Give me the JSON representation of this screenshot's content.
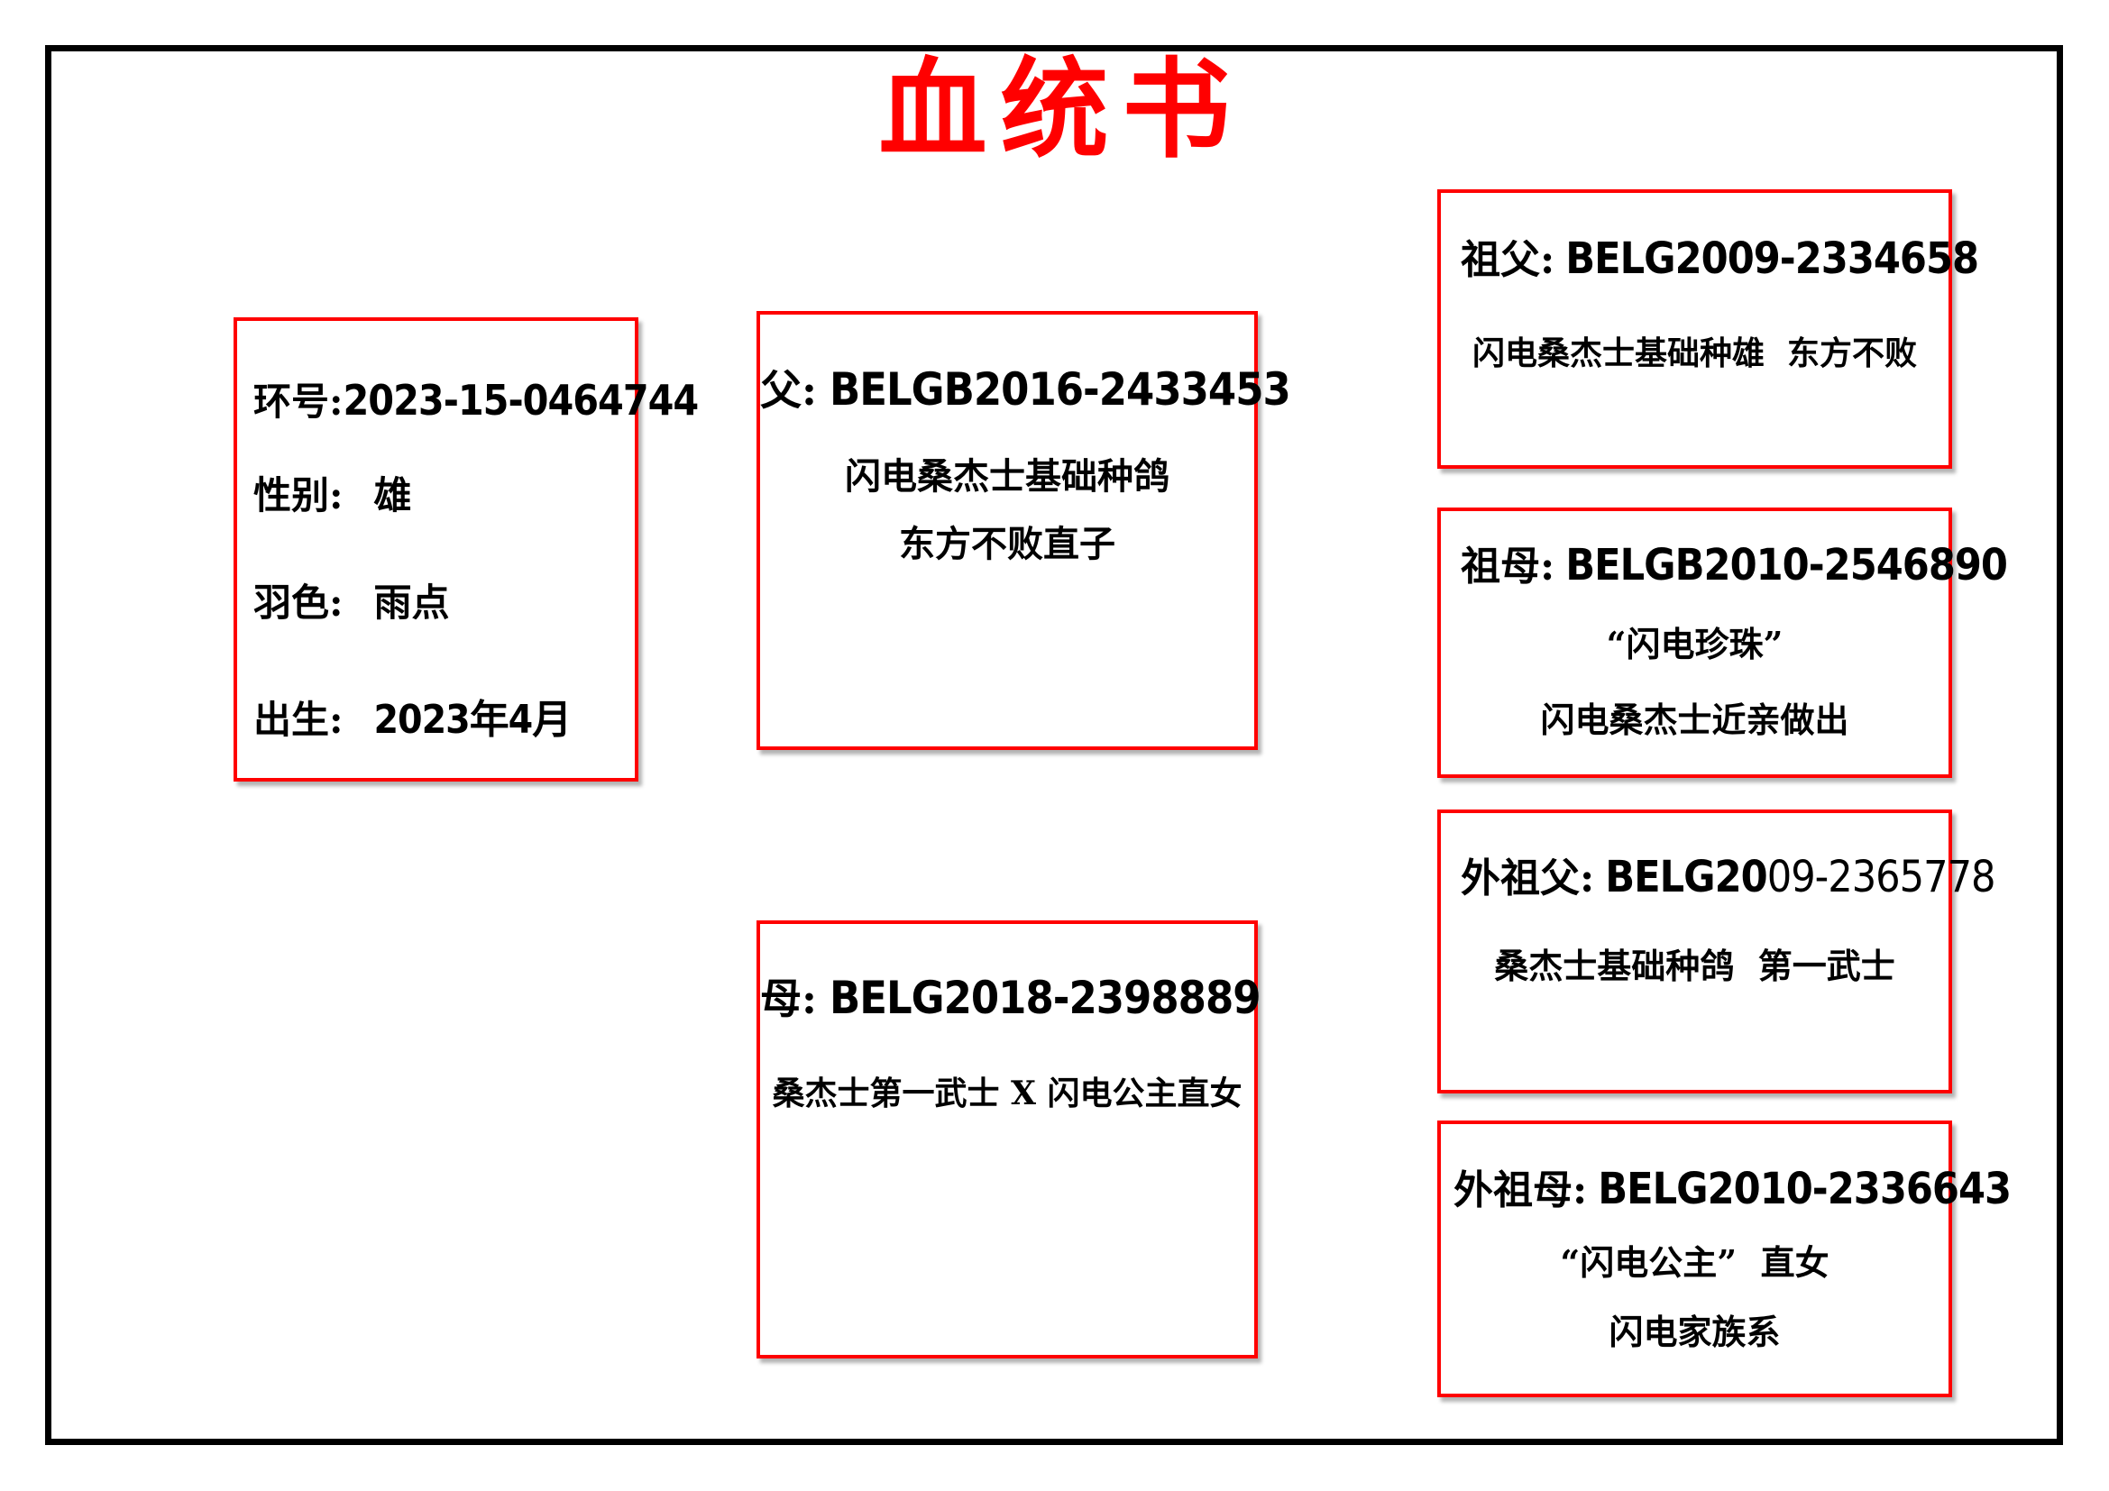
{
  "title": "血统书",
  "colors": {
    "accent_red": "#ff0000",
    "text_black": "#000000",
    "frame_black": "#000000"
  },
  "bird": {
    "ring_label": "环号:",
    "ring_number": "2023-15-0464744",
    "sex_label": "性别:",
    "sex_value": "雄",
    "feather_label": "羽色:",
    "feather_value": "雨点",
    "birth_label": "出生:",
    "birth_value": "2023年4月"
  },
  "father": {
    "label": "父:",
    "id": "BELGB2016-2433453",
    "line2": "闪电桑杰士基础种鸽",
    "line3": "东方不败直子"
  },
  "mother": {
    "label": "母:",
    "id": "BELG2018-2398889",
    "line2": "桑杰士第一武士 X 闪电公主直女"
  },
  "grandfather": {
    "label": "祖父:",
    "id": "BELG2009-2334658",
    "line2": "闪电桑杰士基础种雄  东方不败"
  },
  "grandmother": {
    "label": "祖母:",
    "id": "BELGB2010-2546890",
    "line2": "“闪电珍珠”",
    "line3": "闪电桑杰士近亲做出"
  },
  "maternal_grandfather": {
    "label": "外祖父:",
    "id_bold": "BELG20",
    "id_rest": "09-2365778",
    "line2": "桑杰士基础种鸽  第一武士"
  },
  "maternal_grandmother": {
    "label": "外祖母:",
    "id": "BELG2010-2336643",
    "line2": "“闪电公主”  直女",
    "line3": "闪电家族系"
  }
}
